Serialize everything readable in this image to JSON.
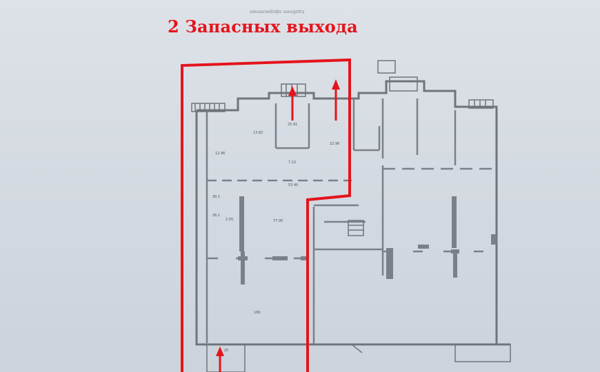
{
  "title": "2 Запасных выхода",
  "header_note": "Удобнее оформление",
  "colors": {
    "highlight": "#e4141c",
    "wall": "#6f747c",
    "paper": "#d7dde4"
  },
  "room_labels": [
    {
      "id": "r1",
      "text": "12.96"
    },
    {
      "id": "r2",
      "text": "13.82"
    },
    {
      "id": "r3",
      "text": "25.91"
    },
    {
      "id": "r4",
      "text": "22.96"
    },
    {
      "id": "r5",
      "text": "7.22"
    },
    {
      "id": "r6",
      "text": "53.40"
    },
    {
      "id": "r7",
      "text": "30.1"
    },
    {
      "id": "r8",
      "text": "26.1"
    },
    {
      "id": "r9",
      "text": "2.55"
    },
    {
      "id": "r10",
      "text": "77.95"
    },
    {
      "id": "r11",
      "text": "166"
    },
    {
      "id": "r12",
      "text": "25"
    }
  ]
}
